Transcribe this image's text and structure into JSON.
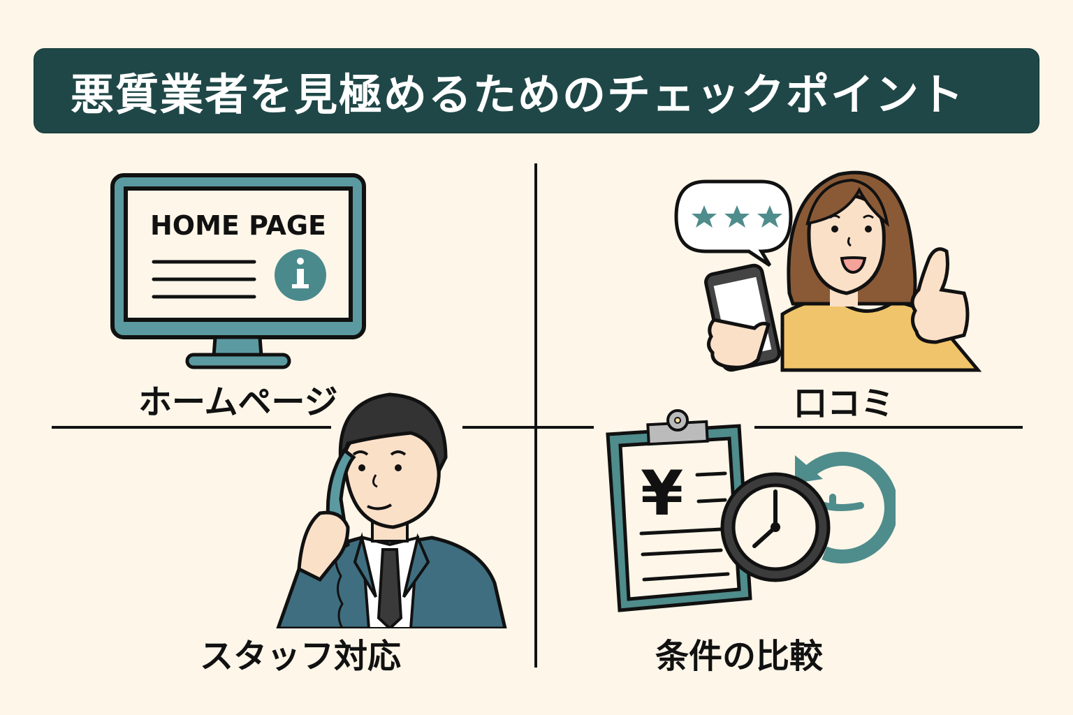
{
  "title": "悪質業者を見極めるためのチェックポイント",
  "colors": {
    "background": "#fdf6e9",
    "banner": "#1f4747",
    "teal": "#5b9aa0",
    "dark_teal": "#4a7f84",
    "suit": "#3f6e80",
    "shirt_yellow": "#f0c46a",
    "hair_brown": "#8a5a36",
    "skin": "#fbe0c8",
    "ink": "#111111"
  },
  "quadrants": [
    {
      "id": "homepage",
      "label": "ホームページ",
      "illustration": "monitor-icon",
      "screen_text": "HOME PAGE",
      "badge_icon": "info-icon"
    },
    {
      "id": "reviews",
      "label": "口コミ",
      "illustration": "woman-thumbs-up-with-phone",
      "bubble_stars": 3
    },
    {
      "id": "staff",
      "label": "スタッフ対応",
      "illustration": "businessman-on-phone"
    },
    {
      "id": "compare",
      "label": "条件の比較",
      "illustration": "clipboard-with-clock",
      "document_symbol": "¥"
    }
  ]
}
